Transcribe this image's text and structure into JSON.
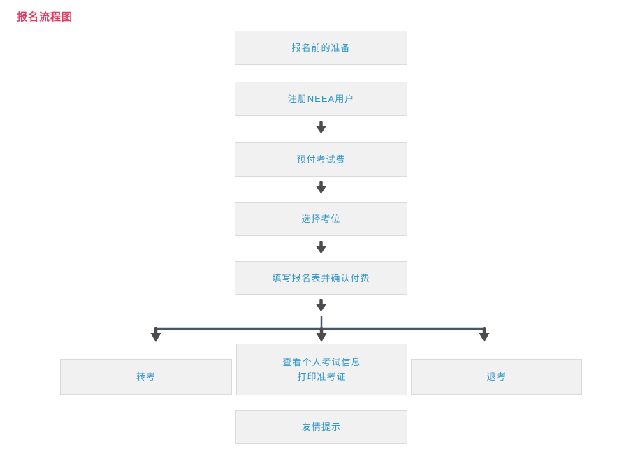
{
  "page": {
    "title": "报名流程图"
  },
  "colors": {
    "title": "#e23a5c",
    "box_background": "#f1f1f1",
    "box_border": "#dadada",
    "box_text": "#3095c9",
    "arrow": "#4c4c4c",
    "connector_line": "#44586a"
  },
  "flow": {
    "steps": [
      {
        "label": "报名前的准备"
      },
      {
        "label": "注册NEEA用户"
      },
      {
        "label": "预付考试费"
      },
      {
        "label": "选择考位"
      },
      {
        "label": "填写报名表并确认付费"
      }
    ],
    "branches": {
      "transfer": {
        "label": "转考"
      },
      "exam_info": {
        "line1": "查看个人考试信息",
        "line2": "打印准考证"
      },
      "withdraw": {
        "label": "退考"
      }
    },
    "tips": {
      "label": "友情提示"
    }
  }
}
